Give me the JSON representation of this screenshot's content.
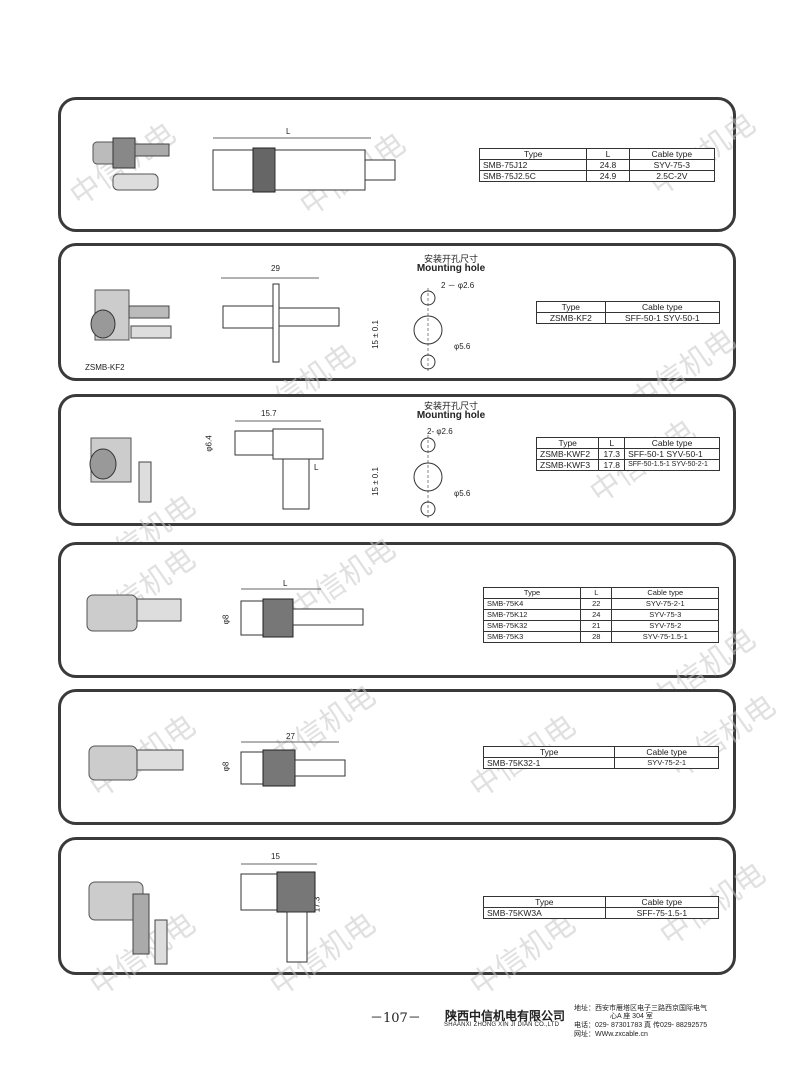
{
  "watermark": "中信机电",
  "panels": [
    {
      "dimension": "L",
      "table": {
        "headers": [
          "Type",
          "L",
          "Cable type"
        ],
        "rows": [
          [
            "SMB-75J12",
            "24.8",
            "SYV-75-3"
          ],
          [
            "SMB-75J2.5C",
            "24.9",
            "2.5C-2V"
          ]
        ]
      }
    },
    {
      "caption": "ZSMB-KF2",
      "dimension": "29",
      "mounting_cn": "安装开孔尺寸",
      "mounting_en": "Mounting hole",
      "hole_small": "2 － φ2.6",
      "hole_big": "φ5.6",
      "spacing": "15 ± 0.1",
      "table": {
        "headers": [
          "Type",
          "Cable type"
        ],
        "rows": [
          [
            "ZSMB-KF2",
            "SFF-50-1  SYV-50-1"
          ]
        ]
      }
    },
    {
      "dimension": "15.7",
      "dim_dia": "φ6.4",
      "dim_l": "L",
      "mounting_cn": "安装开孔尺寸",
      "mounting_en": "Mounting hole",
      "hole_small": "2-  φ2.6",
      "hole_big": "φ5.6",
      "spacing": "15 ± 0.1",
      "table": {
        "headers": [
          "Type",
          "L",
          "Cable type"
        ],
        "rows": [
          [
            "ZSMB-KWF2",
            "17.3",
            "SFF-50-1  SYV-50-1"
          ],
          [
            "ZSMB-KWF3",
            "17.8",
            "SFF-50-1.5-1  SYV-50-2-1"
          ]
        ]
      }
    },
    {
      "dimension": "L",
      "dim_dia": "φ8",
      "table": {
        "headers": [
          "Type",
          "L",
          "Cable type"
        ],
        "rows": [
          [
            "SMB-75K4",
            "22",
            "SYV-75-2-1"
          ],
          [
            "SMB-75K12",
            "24",
            "SYV-75-3"
          ],
          [
            "SMB-75K32",
            "21",
            "SYV-75-2"
          ],
          [
            "SMB-75K3",
            "28",
            "SYV-75-1.5-1"
          ]
        ]
      }
    },
    {
      "dimension": "27",
      "dim_dia": "φ8",
      "table": {
        "headers": [
          "Type",
          "Cable type"
        ],
        "rows": [
          [
            "SMB-75K32-1",
            "SYV-75-2-1"
          ]
        ]
      }
    },
    {
      "dimension": "15",
      "dim_h": "17.3",
      "table": {
        "headers": [
          "Type",
          "Cable type"
        ],
        "rows": [
          [
            "SMB-75KW3A",
            "SFF-75-1.5-1"
          ]
        ]
      }
    }
  ],
  "footer": {
    "page": "－107－",
    "company_cn": "陕西中信机电有限公司",
    "company_en": "SHAANXI ZHONG XIN JI DIAN CO.,LTD",
    "address_1": "地址：西安市雁塔区电子三路西京国际电气",
    "address_2": "心A 座 304 室",
    "phone": "电话：029- 87301783       真  传029- 88292575",
    "web": "网址：WWw.zxcable.cn"
  }
}
